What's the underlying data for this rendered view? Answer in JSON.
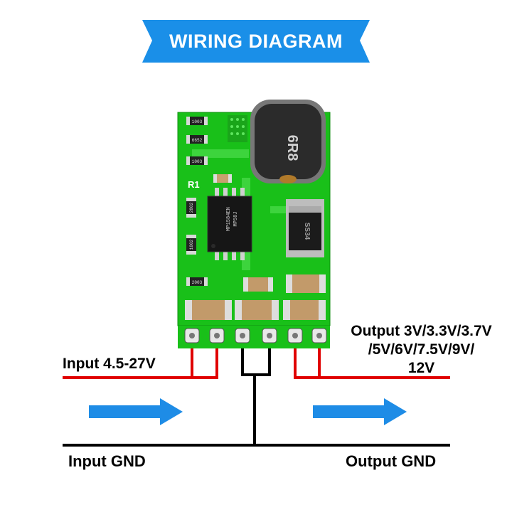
{
  "banner": {
    "title": "WIRING DIAGRAM"
  },
  "labels": {
    "input_voltage": "Input 4.5-27V",
    "output_voltage_line1": "Output 3V/3.3V/3.7V",
    "output_voltage_line2": "/5V/6V/7.5V/9V/",
    "output_voltage_line3": "12V",
    "input_gnd": "Input GND",
    "output_gnd": "Output GND"
  },
  "board": {
    "silkscreen_r1": "R1",
    "inductor_marking": "6R8",
    "chip_marking_line1": "MP1584EN",
    "chip_marking_line2": "MP58J",
    "diode_marking": "SS34",
    "resistor_codes": [
      "1003",
      "6652",
      "1003",
      "2802",
      "1002",
      "2003"
    ]
  },
  "colors": {
    "banner": "#1a8fe8",
    "pcb": "#19c019",
    "positive_wire": "#e00000",
    "ground_wire": "#000000",
    "arrow": "#1e8ce6"
  }
}
